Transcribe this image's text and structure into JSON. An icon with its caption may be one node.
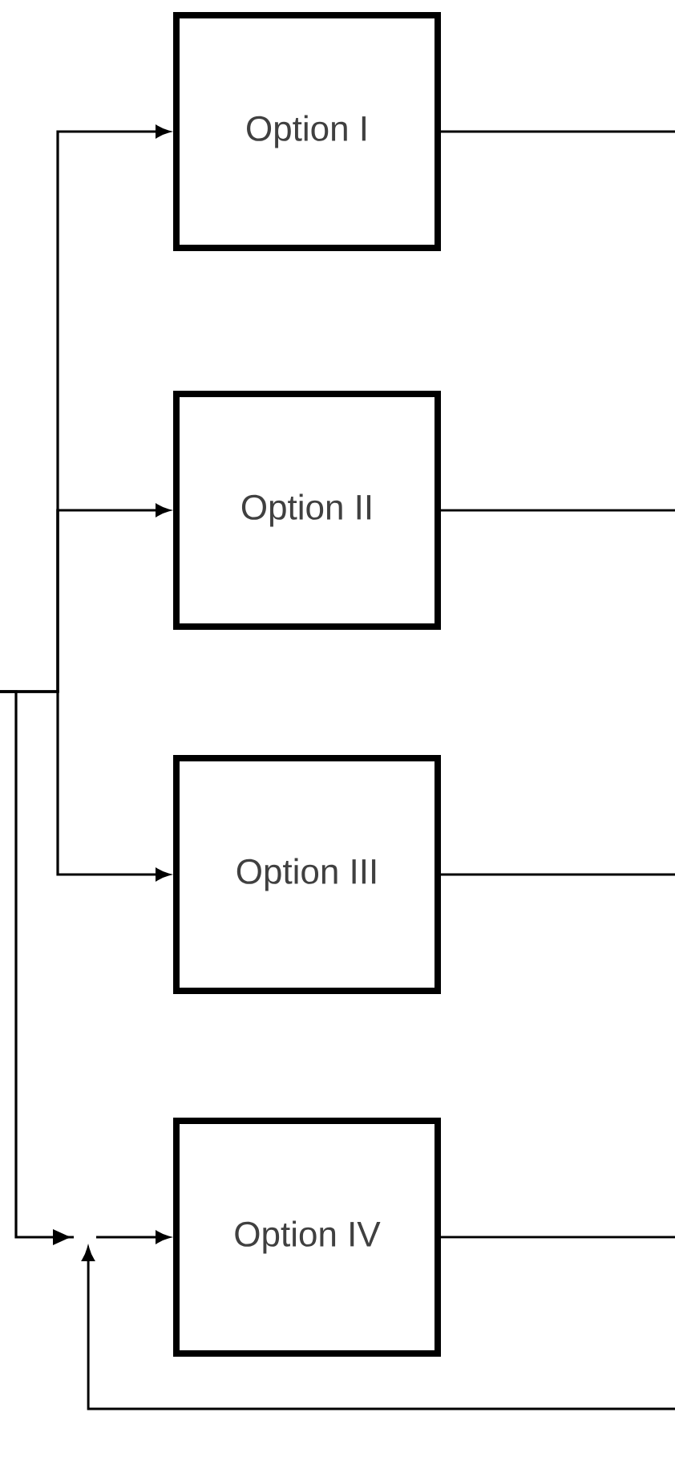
{
  "diagram": {
    "nodes": [
      {
        "text": [
          "Option I"
        ]
      },
      {
        "text": [
          "Option II"
        ]
      },
      {
        "text": [
          "Option III"
        ]
      },
      {
        "text": [
          "Option IV"
        ]
      }
    ],
    "edges": [
      {
        "from": null,
        "to": 0,
        "arrow": "to"
      },
      {
        "from": null,
        "to": 1,
        "arrow": "to"
      },
      {
        "from": null,
        "to": 2,
        "arrow": "to"
      },
      {
        "from": null,
        "to": 3,
        "arrow": "to"
      },
      {
        "from": null,
        "to": 3,
        "arrow": "to"
      },
      {
        "from": 0,
        "to": null,
        "arrow": "none"
      },
      {
        "from": 1,
        "to": null,
        "arrow": "none"
      },
      {
        "from": 2,
        "to": null,
        "arrow": "none"
      },
      {
        "from": 3,
        "to": null,
        "arrow": "none"
      }
    ]
  }
}
